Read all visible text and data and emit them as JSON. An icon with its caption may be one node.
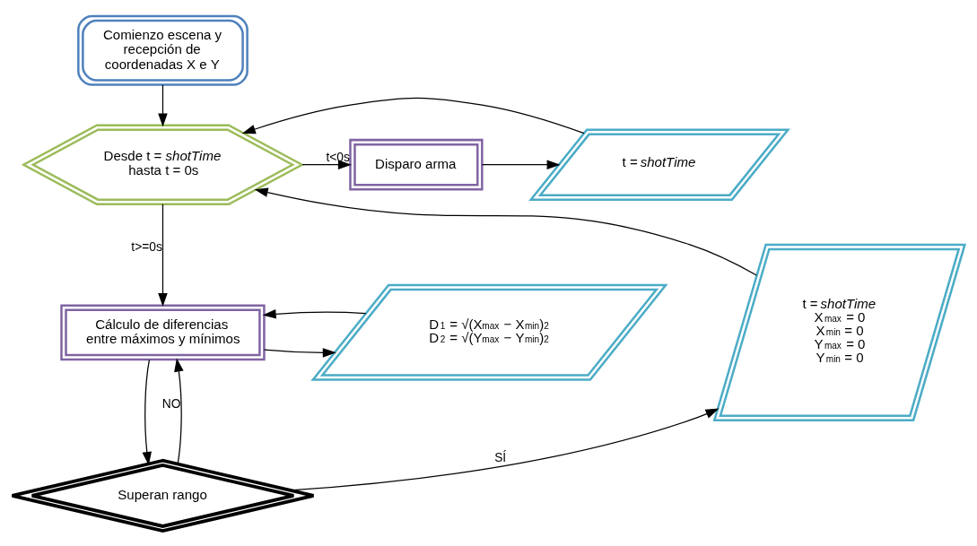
{
  "diagram": {
    "nodes": [
      {
        "text": [
          "Comienzo escena y recepción de coordenadas X e Y"
        ]
      },
      {
        "text": [
          "Desde t = *shotTime* hasta t = 0s"
        ]
      },
      {
        "text": [
          "Disparo arma"
        ]
      },
      {
        "text": [
          "t = *shotTime*"
        ]
      },
      {
        "text": [
          "t = *shotTime*",
          "X$_{max}$ = 0",
          "X$_{min}$ = 0",
          "Y$_{max}$ = 0",
          "Y$_{min}$ = 0"
        ]
      },
      {
        "text": [
          "Cálculo de diferencias entre máximos y mínimos"
        ]
      },
      {
        "text": [
          "D$_{1}$ = √(X$_{max}$ − X$_{min}$)$^{2}$",
          "D$_{2}$ = √(Y$_{max}$ − Y$_{min}$)$^{2}$"
        ]
      },
      {
        "text": [
          "Superan rango"
        ]
      }
    ],
    "edges": [
      {
        "from": 0,
        "to": 1,
        "arrow": "to"
      },
      {
        "from": 1,
        "to": 2,
        "arrow": "to",
        "label": "t<0s"
      },
      {
        "from": 2,
        "to": 3,
        "arrow": "to"
      },
      {
        "from": 3,
        "to": 1,
        "arrow": "to"
      },
      {
        "from": 4,
        "to": 1,
        "arrow": "to"
      },
      {
        "from": 1,
        "to": 5,
        "arrow": "to",
        "label": "t>=0s"
      },
      {
        "from": 5,
        "to": 6,
        "arrow": "to"
      },
      {
        "from": 6,
        "to": 5,
        "arrow": "to"
      },
      {
        "from": 5,
        "to": 7,
        "arrow": "to"
      },
      {
        "from": 7,
        "to": 4,
        "arrow": "to",
        "label": "SÍ"
      },
      {
        "from": 7,
        "to": 5,
        "arrow": "to",
        "label": "NO"
      }
    ]
  }
}
